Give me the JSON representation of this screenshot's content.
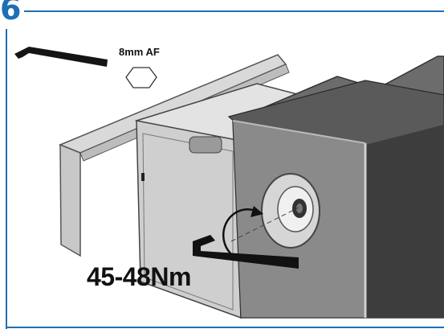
{
  "step": {
    "number": "6"
  },
  "tool": {
    "size_label": "8mm AF",
    "icon": "hex-key-icon"
  },
  "torque": {
    "value_label": "45-48Nm"
  },
  "colors": {
    "accent": "#1f6fb5",
    "ink": "#111111"
  }
}
